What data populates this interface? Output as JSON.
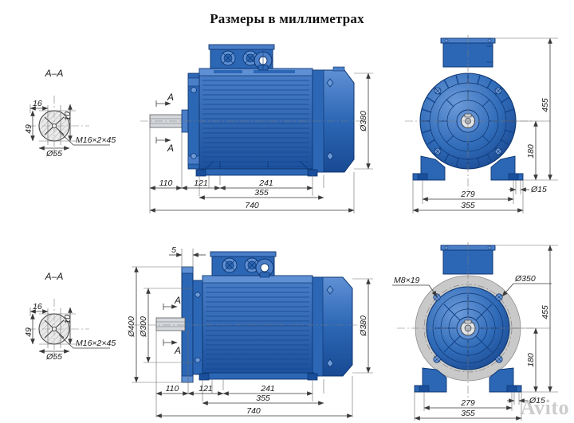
{
  "title": "Размеры в миллиметрах",
  "watermark": "Avito",
  "colors": {
    "body_blue_dark": "#1a4f9c",
    "body_blue_mid": "#2c67b5",
    "body_blue_light": "#4a7fc8",
    "body_blue_pale": "#7fa6da",
    "outline": "#0d3570",
    "flange_gray": "#c9c9c9",
    "shaft_gray": "#d5d8dc",
    "dim_line": "#3a3a3a",
    "text": "#1a1a1a"
  },
  "views": {
    "top": {
      "name": "foot-mounted-motor",
      "section_label": "A–A",
      "section_marks": [
        "A",
        "A"
      ],
      "section_dims": {
        "width_left": "16",
        "width_right": "10",
        "height": "49",
        "diameter": "Ø55",
        "thread": "M16×2×45"
      },
      "side_view_dims": {
        "d380": "Ø380",
        "chain": [
          "110",
          "121",
          "241",
          "355",
          "740"
        ]
      },
      "front_view_dims": {
        "h455": "455",
        "h180": "180",
        "hole": "Ø15",
        "w279": "279",
        "w355": "355"
      }
    },
    "bottom": {
      "name": "flange-mounted-motor",
      "section_label": "A–A",
      "section_marks": [
        "A",
        "A"
      ],
      "section_dims": {
        "width_left": "16",
        "width_right": "10",
        "height": "49",
        "diameter": "Ø55",
        "thread": "M16×2×45"
      },
      "side_view_dims": {
        "flange_thickness": "5",
        "d400": "Ø400",
        "d300": "Ø300",
        "d380": "Ø380",
        "chain": [
          "110",
          "121",
          "241",
          "355",
          "740"
        ]
      },
      "front_view_dims": {
        "bolt_thread": "M8×19",
        "d350": "Ø350",
        "h455": "455",
        "h180": "180",
        "hole": "Ø15",
        "w279": "279",
        "w355": "355"
      }
    }
  }
}
